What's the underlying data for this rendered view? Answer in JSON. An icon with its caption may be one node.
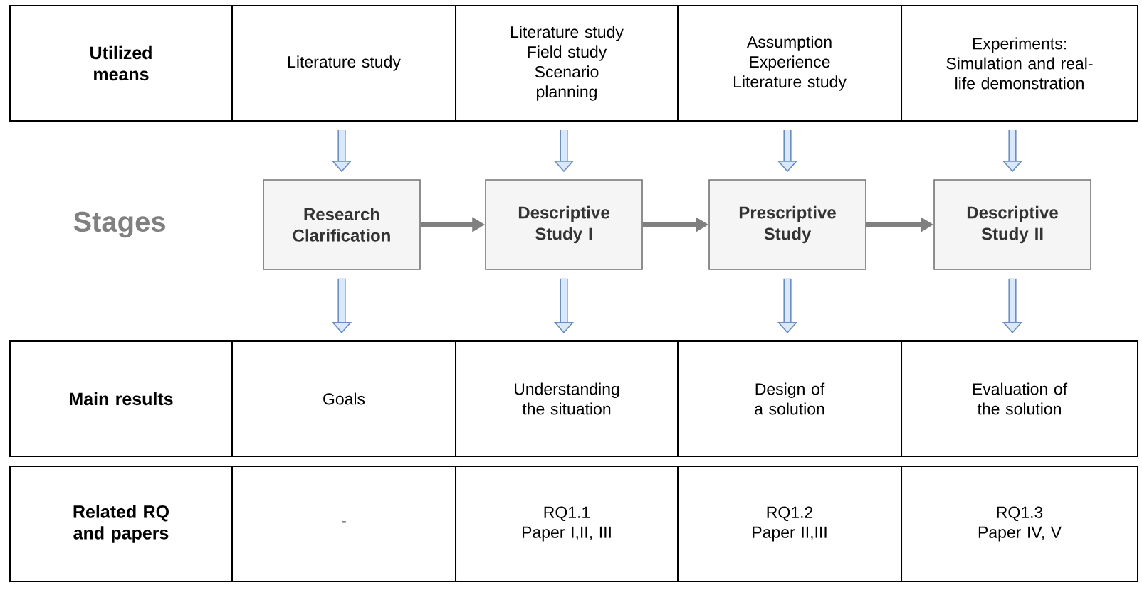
{
  "diagram": {
    "nodes": [
      {
        "text": [
          "Utilized means"
        ]
      },
      {
        "text": [
          "Literature study"
        ]
      },
      {
        "text": [
          "Literature study",
          "Field study",
          "Scenario planning"
        ]
      },
      {
        "text": [
          "Assumption",
          "Experience",
          "Literature study"
        ]
      },
      {
        "text": [
          "Experiments: Simulation and real-life demonstration"
        ]
      },
      {
        "text": [
          "Research Clarification"
        ]
      },
      {
        "text": [
          "Descriptive Study I"
        ]
      },
      {
        "text": [
          "Prescriptive Study"
        ]
      },
      {
        "text": [
          "Descriptive Study II"
        ]
      },
      {
        "text": [
          "Main results"
        ]
      },
      {
        "text": [
          "Goals"
        ]
      },
      {
        "text": [
          "Understanding the situation"
        ]
      },
      {
        "text": [
          "Design of a solution"
        ]
      },
      {
        "text": [
          "Evaluation of the solution"
        ]
      },
      {
        "text": [
          "Related RQ and papers"
        ]
      },
      {
        "text": [
          "-"
        ]
      },
      {
        "text": [
          "RQ1.1",
          "Paper I,II, III"
        ]
      },
      {
        "text": [
          "RQ1.2",
          "Paper II,III"
        ]
      },
      {
        "text": [
          "RQ1.3",
          "Paper IV, V"
        ]
      }
    ],
    "edges": [
      {
        "from": 1,
        "to": 5,
        "arrow": "to"
      },
      {
        "from": 2,
        "to": 6,
        "arrow": "to"
      },
      {
        "from": 3,
        "to": 7,
        "arrow": "to"
      },
      {
        "from": 4,
        "to": 8,
        "arrow": "to"
      },
      {
        "from": 5,
        "to": 6,
        "arrow": "to",
        "color": "#808080"
      },
      {
        "from": 6,
        "to": 7,
        "arrow": "to",
        "color": "#808080"
      },
      {
        "from": 7,
        "to": 8,
        "arrow": "to",
        "color": "#808080"
      },
      {
        "from": 5,
        "to": 10,
        "arrow": "to"
      },
      {
        "from": 6,
        "to": 11,
        "arrow": "to"
      },
      {
        "from": 7,
        "to": 12,
        "arrow": "to"
      },
      {
        "from": 8,
        "to": 13,
        "arrow": "to"
      }
    ],
    "labels": [
      "Stages"
    ]
  }
}
